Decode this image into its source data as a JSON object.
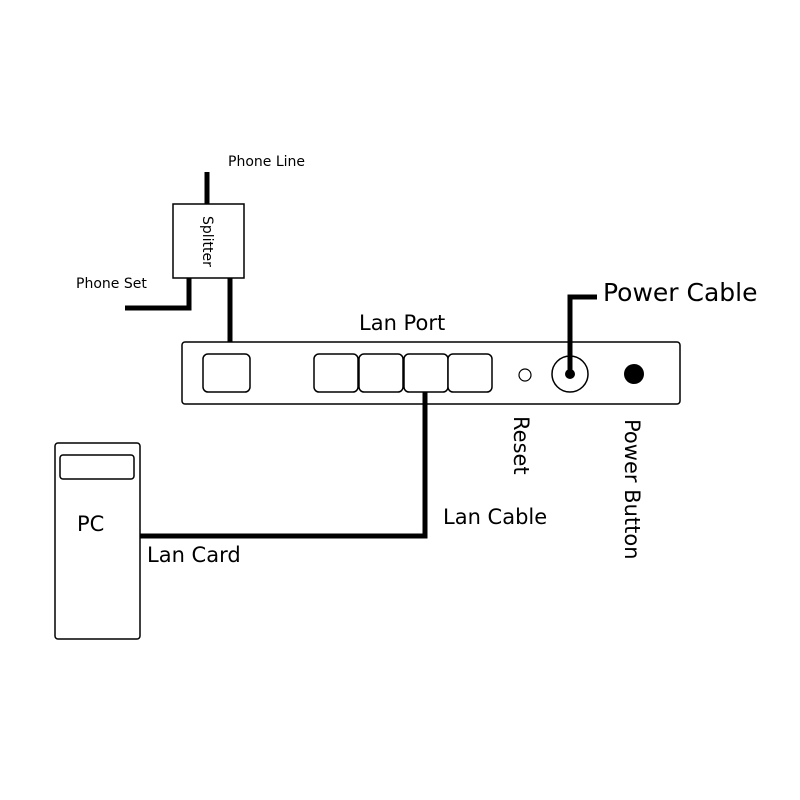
{
  "labels": {
    "phone_line": "Phone Line",
    "splitter": "Splitter",
    "phone_set": "Phone Set",
    "lan_port": "Lan Port",
    "power_cable": "Power Cable",
    "reset": "Reset",
    "power_button": "Power Button",
    "pc": "PC",
    "lan_card": "Lan Card",
    "lan_cable": "Lan Cable"
  },
  "colors": {
    "stroke": "#000000",
    "cable": "#000000",
    "fill": "#ffffff"
  }
}
